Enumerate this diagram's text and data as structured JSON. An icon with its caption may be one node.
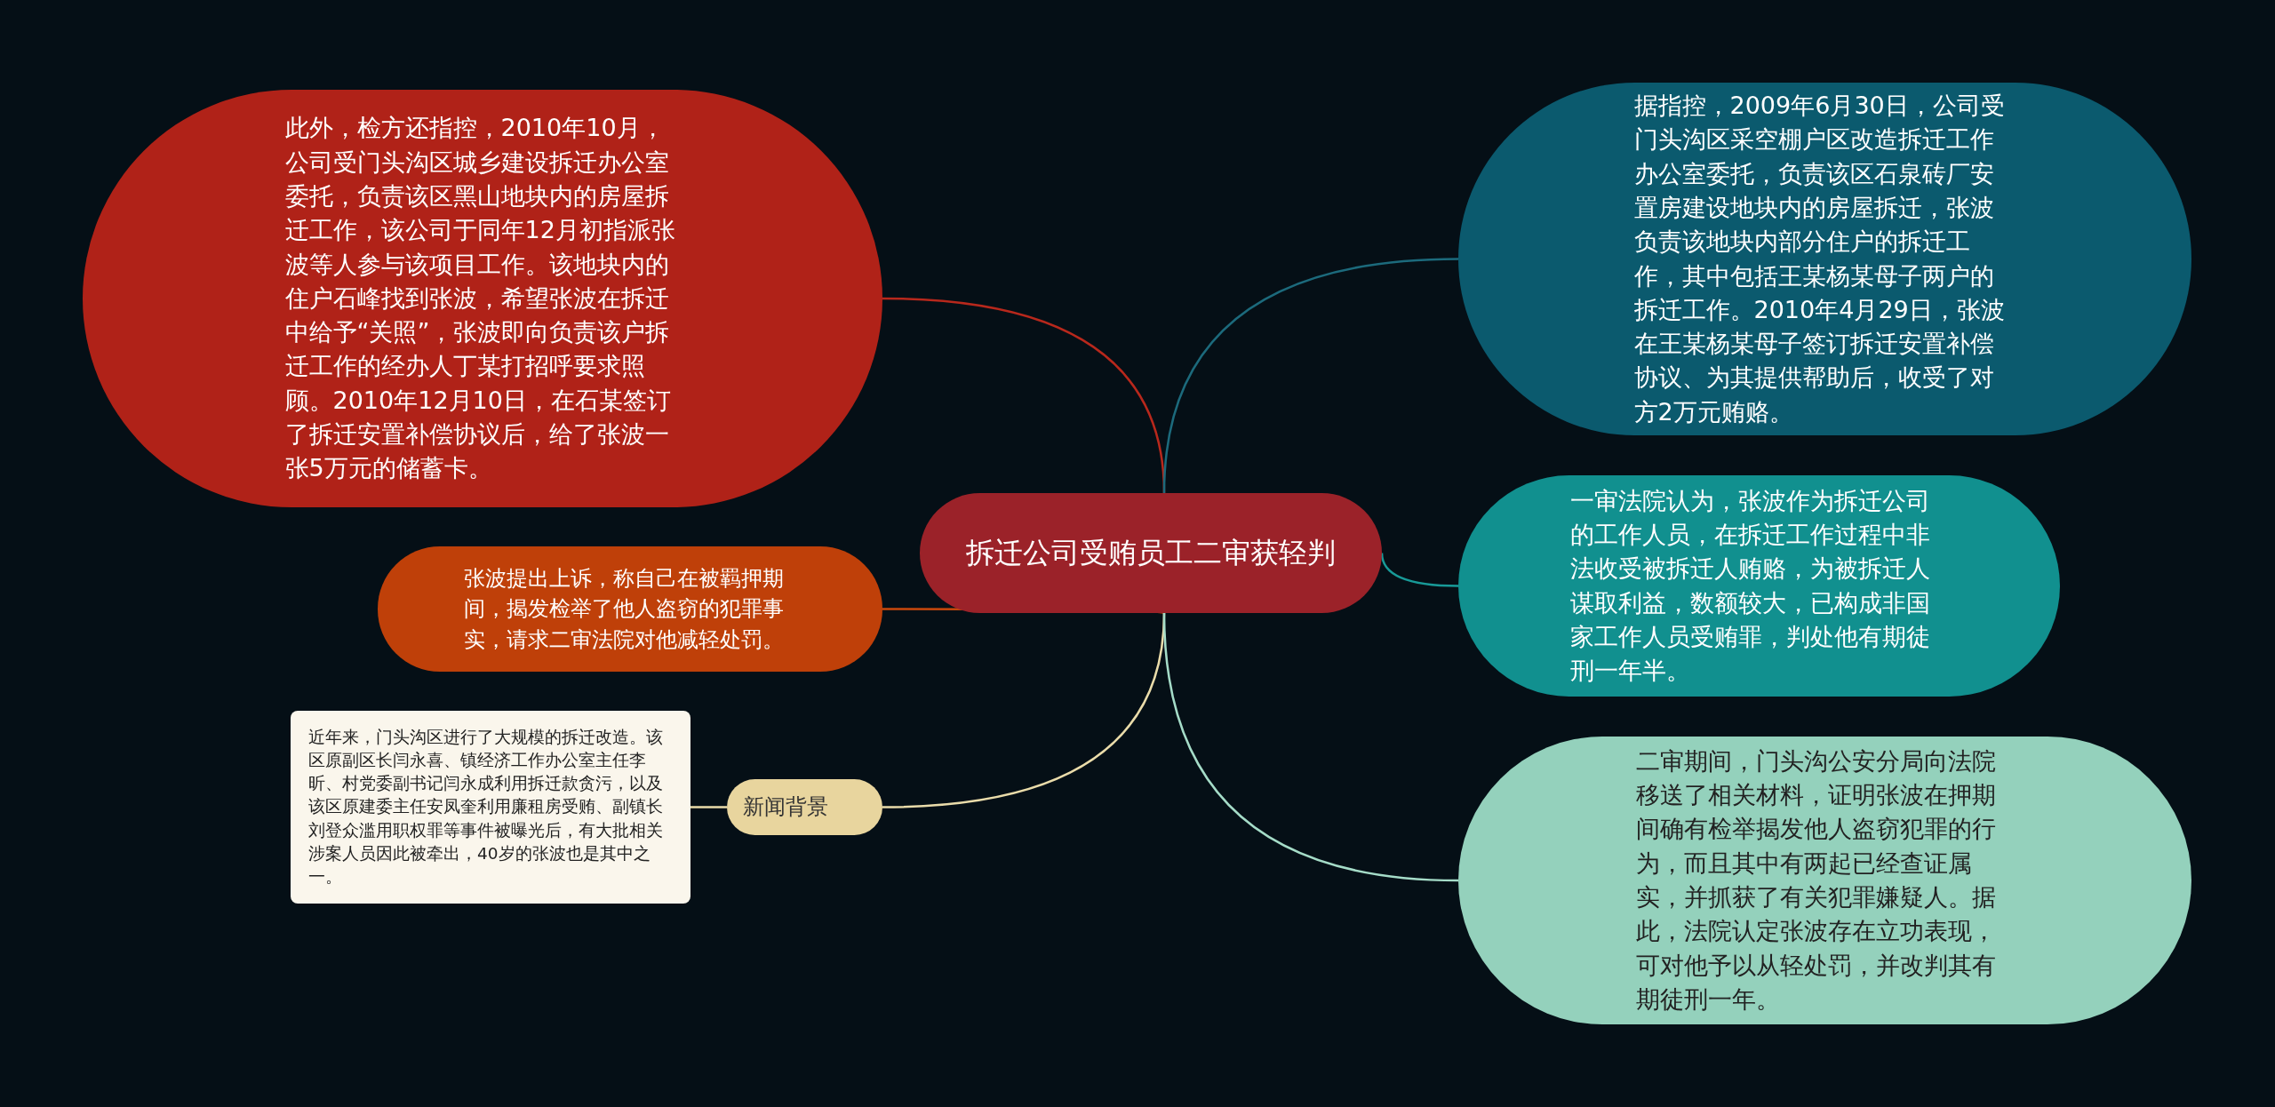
{
  "diagram": {
    "nodes": [
      {
        "text": [
          "拆迁公司受贿员工二审获轻判"
        ]
      },
      {
        "text": [
          "此外，检方还指控，2010年10月，公司受门头沟区城乡建设拆迁办公室委托，负责该区黑山地块内的房屋拆迁工作，该公司于同年12月初指派张波等人参与该项目工作。该地块内的住户石峰找到张波，希望张波在拆迁中给予“关照”，张波即向负责该户拆迁工作的经办人丁某打招呼要求照顾。2010年12月10日，在石某签订了拆迁安置补偿协议后，给了张波一张5万元的储蓄卡。"
        ]
      },
      {
        "text": [
          "张波提出上诉，称自己在被羁押期间，揭发检举了他人盗窃的犯罪事实，请求二审法院对他减轻处罚。"
        ]
      },
      {
        "text": [
          "新闻背景"
        ]
      },
      {
        "text": [
          "近年来，门头沟区进行了大规模的拆迁改造。该区原副区长闫永喜、镇经济工作办公室主任李昕、村党委副书记闫永成利用拆迁款贪污，以及该区原建委主任安凤奎利用廉租房受贿、副镇长刘登众滥用职权罪等事件被曝光后，有大批相关涉案人员因此被牵出，40岁的张波也是其中之一。"
        ]
      },
      {
        "text": [
          "据指控，2009年6月30日，公司受门头沟区采空棚户区改造拆迁工作办公室委托，负责该区石泉砖厂安置房建设地块内的房屋拆迁，张波负责该地块内部分住户的拆迁工作，其中包括王某杨某母子两户的拆迁工作。2010年4月29日，张波在王某杨某母子签订拆迁安置补偿协议、为其提供帮助后，收受了对方2万元贿赂。"
        ]
      },
      {
        "text": [
          "一审法院认为，张波作为拆迁公司的工作人员，在拆迁工作过程中非法收受被拆迁人贿赂，为被拆迁人谋取利益，数额较大，已构成非国家工作人员受贿罪，判处他有期徒刑一年半。"
        ]
      },
      {
        "text": [
          "二审期间，门头沟公安分局向法院移送了相关材料，证明张波在押期间确有检举揭发他人盗窃犯罪的行为，而且其中有两起已经查证属实，并抓获了有关犯罪嫌疑人。据此，法院认定张波存在立功表现，可对他予以从轻处罚，并改判其有期徒刑一年。"
        ]
      }
    ],
    "edges": [
      {
        "from": 0,
        "to": 1,
        "arrow": "none",
        "color": "#b8281c"
      },
      {
        "from": 0,
        "to": 2,
        "arrow": "none",
        "color": "#c9480c"
      },
      {
        "from": 0,
        "to": 3,
        "arrow": "none",
        "color": "#eadcaa"
      },
      {
        "from": 3,
        "to": 4,
        "arrow": "none",
        "color": "#eadcaa"
      },
      {
        "from": 0,
        "to": 5,
        "arrow": "none",
        "color": "#1c6a7c"
      },
      {
        "from": 0,
        "to": 6,
        "arrow": "none",
        "color": "#189a98"
      },
      {
        "from": 0,
        "to": 7,
        "arrow": "none",
        "color": "#a5dcc8"
      }
    ]
  }
}
